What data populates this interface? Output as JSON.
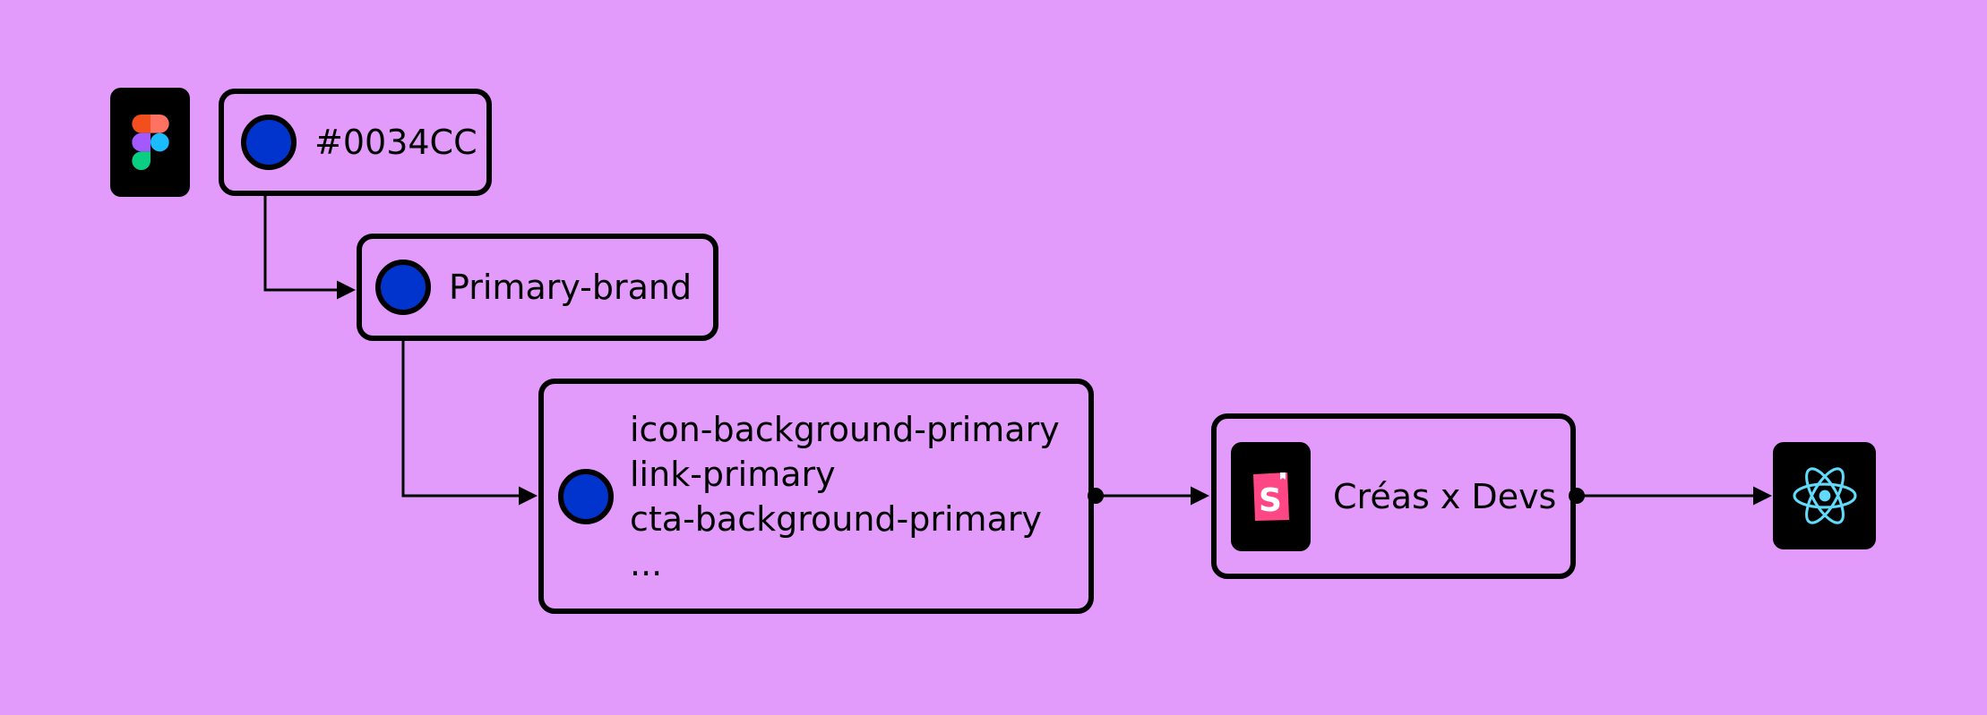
{
  "colors": {
    "background": "#E29BFB",
    "swatch": "#0034CC",
    "stroke": "#000000",
    "storybook": "#FF4785",
    "react": "#61DAFB"
  },
  "figma": {
    "icon": "figma-logo"
  },
  "hex_node": {
    "label": "#0034CC"
  },
  "brand_node": {
    "label": "Primary-brand"
  },
  "tokens_node": {
    "items": [
      "icon-background-primary",
      "link-primary",
      "cta-background-primary",
      "..."
    ]
  },
  "storybook_node": {
    "icon": "storybook-logo",
    "label": "Créas x Devs"
  },
  "react": {
    "icon": "react-logo"
  }
}
